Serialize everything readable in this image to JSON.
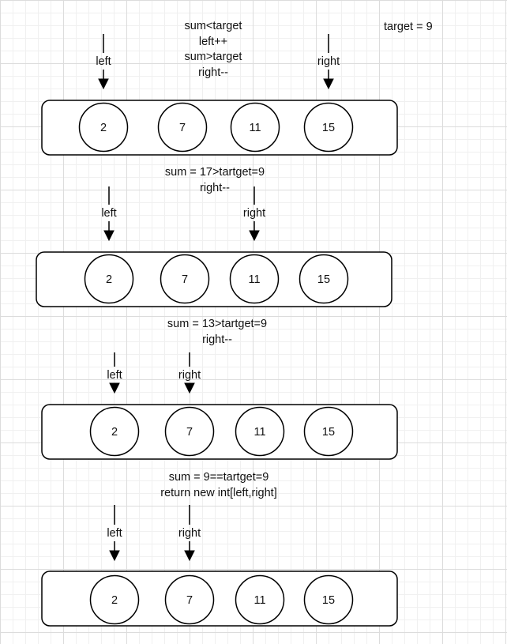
{
  "target_note": "target = 9",
  "pointer_labels": {
    "left": "left",
    "right": "right"
  },
  "steps": [
    {
      "note_lines": [
        "sum<target",
        "left++",
        "sum>target",
        "right--"
      ],
      "values": [
        "2",
        "7",
        "11",
        "15"
      ],
      "left_index": 0,
      "right_index": 3
    },
    {
      "note_lines": [
        "sum = 17>tartget=9",
        "right--"
      ],
      "values": [
        "2",
        "7",
        "11",
        "15"
      ],
      "left_index": 0,
      "right_index": 2
    },
    {
      "note_lines": [
        "sum = 13>tartget=9",
        "right--"
      ],
      "values": [
        "2",
        "7",
        "11",
        "15"
      ],
      "left_index": 0,
      "right_index": 1
    },
    {
      "note_lines": [
        "sum = 9==tartget=9",
        "return new int[left,right]"
      ],
      "values": [
        "2",
        "7",
        "11",
        "15"
      ],
      "left_index": 0,
      "right_index": 1
    }
  ]
}
